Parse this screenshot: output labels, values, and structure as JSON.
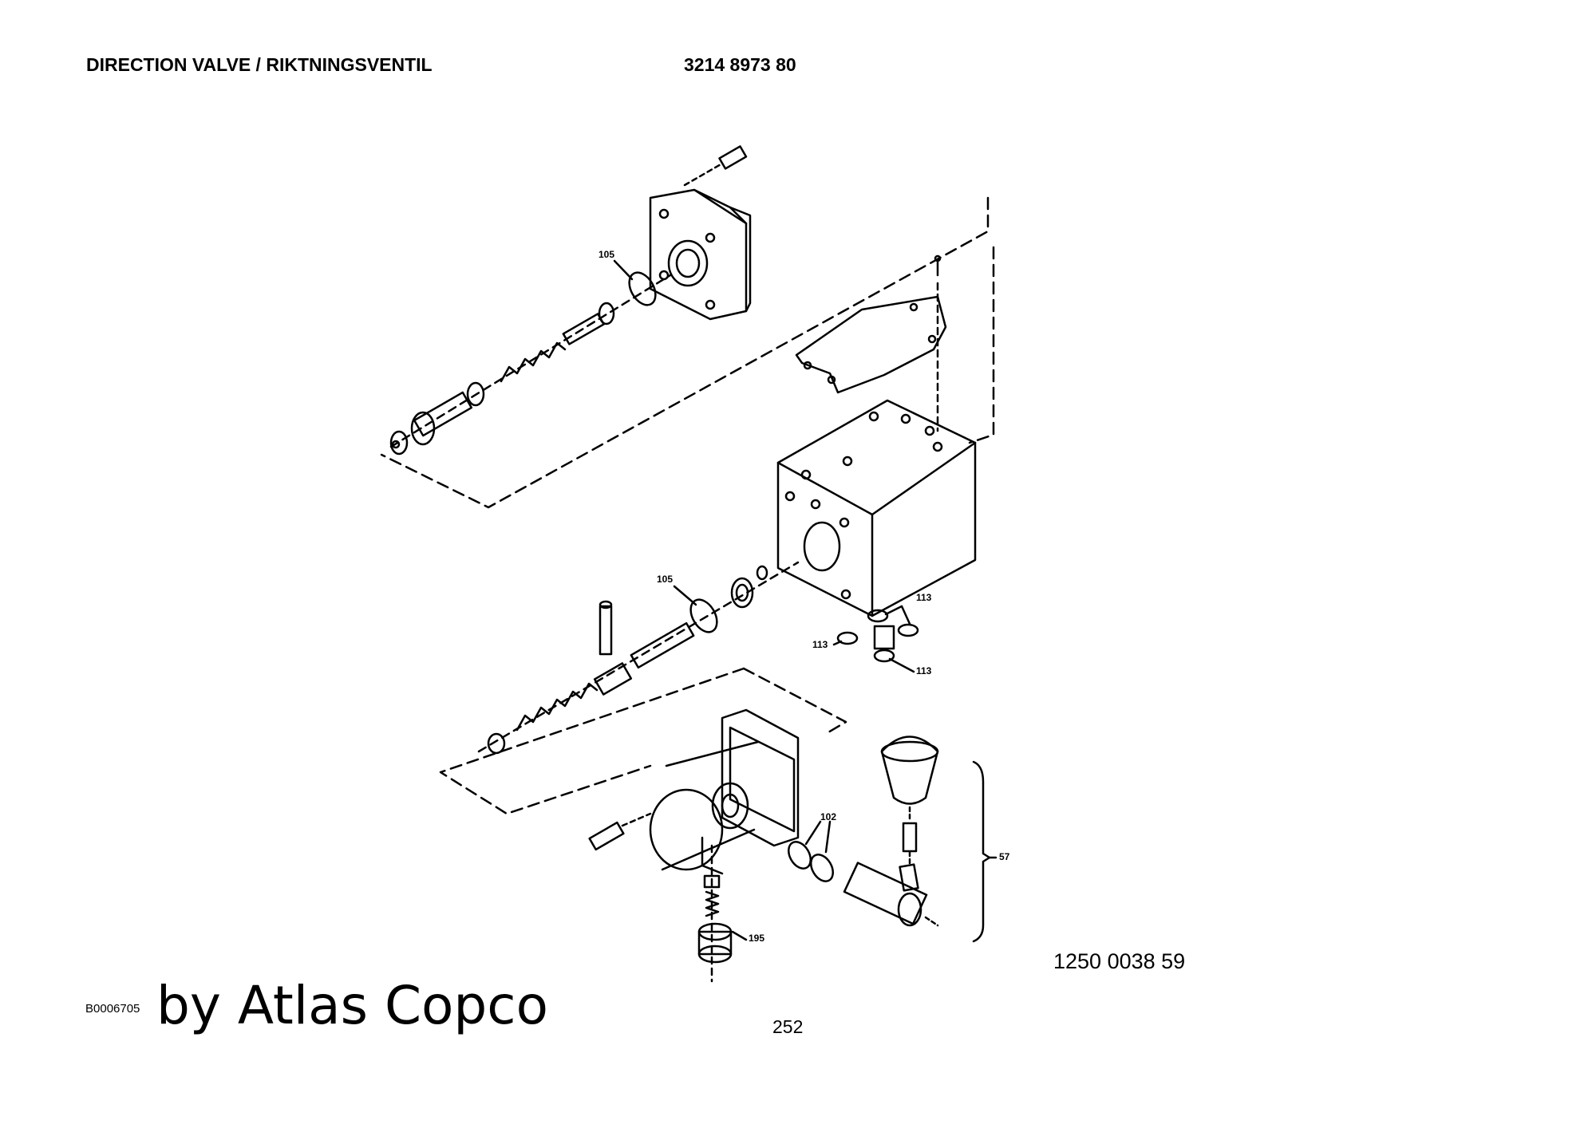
{
  "header": {
    "title": "DIRECTION VALVE / RIKTNINGSVENTIL",
    "part_number": "3214 8973 80"
  },
  "callouts": {
    "c105a": "105",
    "c105b": "105",
    "c113a": "113",
    "c113b": "113",
    "c113c": "113",
    "c102": "102",
    "c195": "195",
    "c57": "57"
  },
  "footer": {
    "drawing_number": "1250 0038 59",
    "image_code": "B0006705",
    "brand": "by Atlas Copco",
    "page_number": "252"
  }
}
